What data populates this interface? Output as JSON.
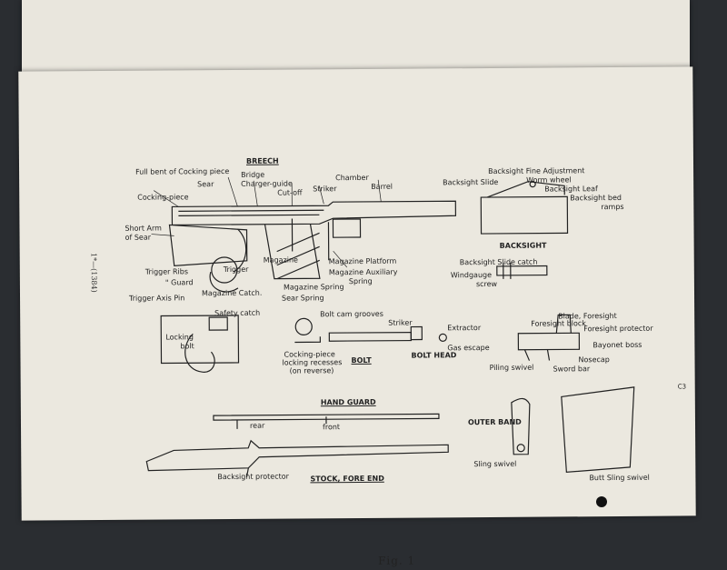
{
  "page": {
    "side_reference": "1*—(1384)",
    "caption": "Fig. 1",
    "corner_ref": "C3"
  },
  "breech": {
    "title": "BREECH",
    "labels": {
      "full_bent": "Full bent of Cocking piece",
      "bridge": "Bridge",
      "charger_guide": "Charger-guide",
      "sear": "Sear",
      "cut_off": "Cut-off",
      "striker": "Striker",
      "chamber": "Chamber",
      "barrel": "Barrel",
      "cocking_piece": "Cocking-piece",
      "short_arm": "Short Arm",
      "of_sear": "of Sear",
      "trigger": "Trigger",
      "magazine": "Magazine",
      "magazine_platform": "Magazine Platform",
      "magazine_aux": "Magazine Auxiliary",
      "spring": "Spring",
      "trigger_ribs": "Trigger Ribs",
      "guard": "\" Guard",
      "magazine_spring": "Magazine Spring",
      "trigger_axis_pin": "Trigger Axis Pin",
      "magazine_catch": "Magazine Catch.",
      "sear_spring": "Sear Spring"
    }
  },
  "backsight": {
    "title": "BACKSIGHT",
    "labels": {
      "fine_adj": "Backsight Fine Adjustment",
      "worm_wheel": "Worm wheel",
      "slide": "Backsight Slide",
      "leaf": "Backsight Leaf",
      "bed": "Backsight bed",
      "ramps": "ramps",
      "slide_catch": "Backsight Slide catch",
      "windgauge": "Windgauge",
      "screw": "screw"
    }
  },
  "safety": {
    "safety_catch": "Safety catch",
    "locking": "Locking",
    "bolt": "bolt"
  },
  "bolt": {
    "title": "BOLT",
    "bolt_cam": "Bolt cam grooves",
    "striker": "Striker",
    "cocking_piece": "Cocking-piece",
    "locking_recesses": "locking recesses",
    "on_reverse": "(on reverse)",
    "extractor": "Extractor",
    "gas_escape": "Gas escape",
    "bolt_head": "BOLT HEAD"
  },
  "foresight": {
    "blade": "Blade, Foresight",
    "block": "Foresight block",
    "protector": "Foresight protector",
    "bayonet_boss": "Bayonet boss",
    "nosecap": "Nosecap",
    "piling_swivel": "Piling swivel",
    "sword_bar": "Sword bar"
  },
  "stock": {
    "hand_guard": "HAND GUARD",
    "rear": "rear",
    "front": "front",
    "backsight_protector": "Backsight protector",
    "stock_fore_end": "STOCK, FORE END",
    "outer_band": "OUTER BAND",
    "sling_swivel": "Sling swivel",
    "butt_sling_swivel": "Butt Sling swivel"
  }
}
